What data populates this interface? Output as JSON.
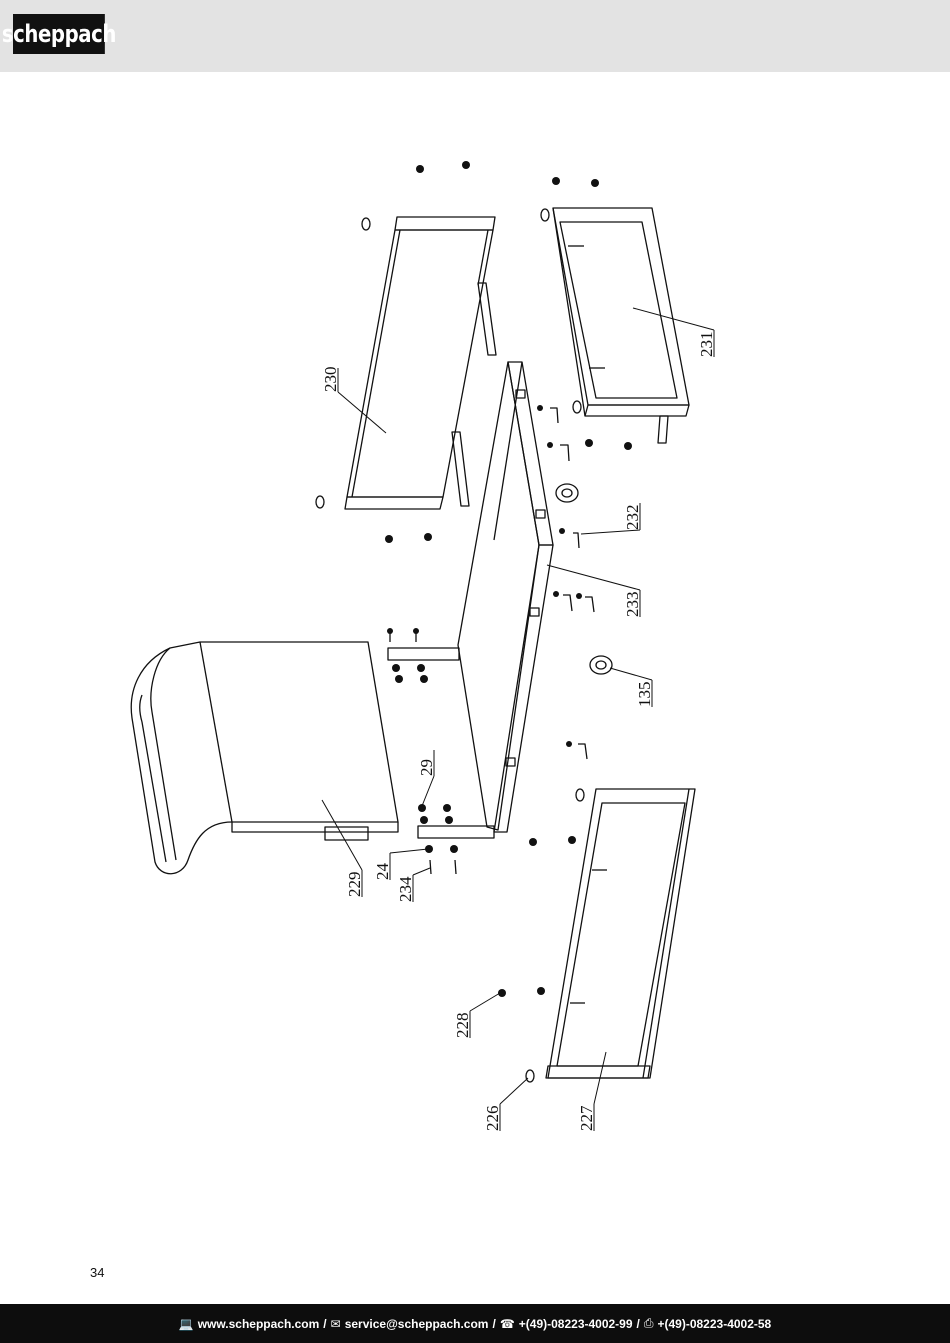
{
  "header": {
    "logo_text": "scheppach",
    "background": "#e3e3e3"
  },
  "diagram": {
    "callouts": [
      {
        "id": "230",
        "label": "230"
      },
      {
        "id": "231",
        "label": "231"
      },
      {
        "id": "232",
        "label": "232"
      },
      {
        "id": "233",
        "label": "233"
      },
      {
        "id": "135",
        "label": "135"
      },
      {
        "id": "29",
        "label": "29"
      },
      {
        "id": "229",
        "label": "229"
      },
      {
        "id": "24",
        "label": "24"
      },
      {
        "id": "234",
        "label": "234"
      },
      {
        "id": "228",
        "label": "228"
      },
      {
        "id": "226",
        "label": "226"
      },
      {
        "id": "227",
        "label": "227"
      }
    ]
  },
  "page": {
    "number": "34"
  },
  "footer": {
    "web_icon": "laptop-icon",
    "web": "www.scheppach.com",
    "mail_icon": "envelope-icon",
    "mail": "service@scheppach.com",
    "phone_icon": "phone-icon",
    "phone": "+(49)-08223-4002-99",
    "fax_icon": "fax-icon",
    "fax": "+(49)-08223-4002-58",
    "separator": "/",
    "background": "#0d0d0d"
  }
}
